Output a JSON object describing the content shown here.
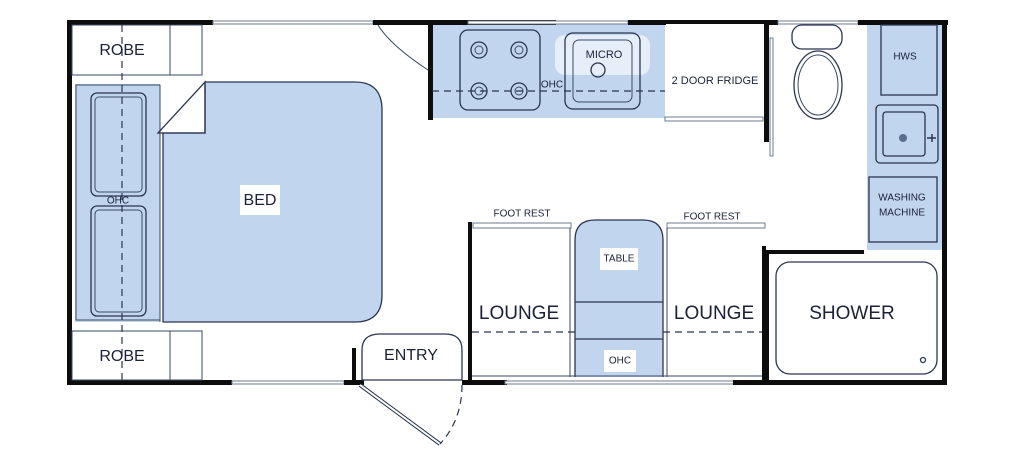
{
  "plan": {
    "rooms": {
      "robe_top": "ROBE",
      "robe_bottom": "ROBE",
      "bed": "BED",
      "bed_ohc": "OHC",
      "kitchen_ohc": "OHC",
      "micro": "MICRO",
      "fridge": "2 DOOR FRIDGE",
      "hws": "HWS",
      "washing_machine_line1": "WASHING",
      "washing_machine_line2": "MACHINE",
      "foot_rest_left": "FOOT REST",
      "foot_rest_right": "FOOT REST",
      "table": "TABLE",
      "lounge_left": "LOUNGE",
      "lounge_right": "LOUNGE",
      "dinette_ohc": "OHC",
      "entry": "ENTRY",
      "shower": "SHOWER"
    },
    "colors": {
      "wall": "#0d0d0d",
      "fixture_blue": "#c2d5ee",
      "outline": "#2a3550"
    }
  }
}
